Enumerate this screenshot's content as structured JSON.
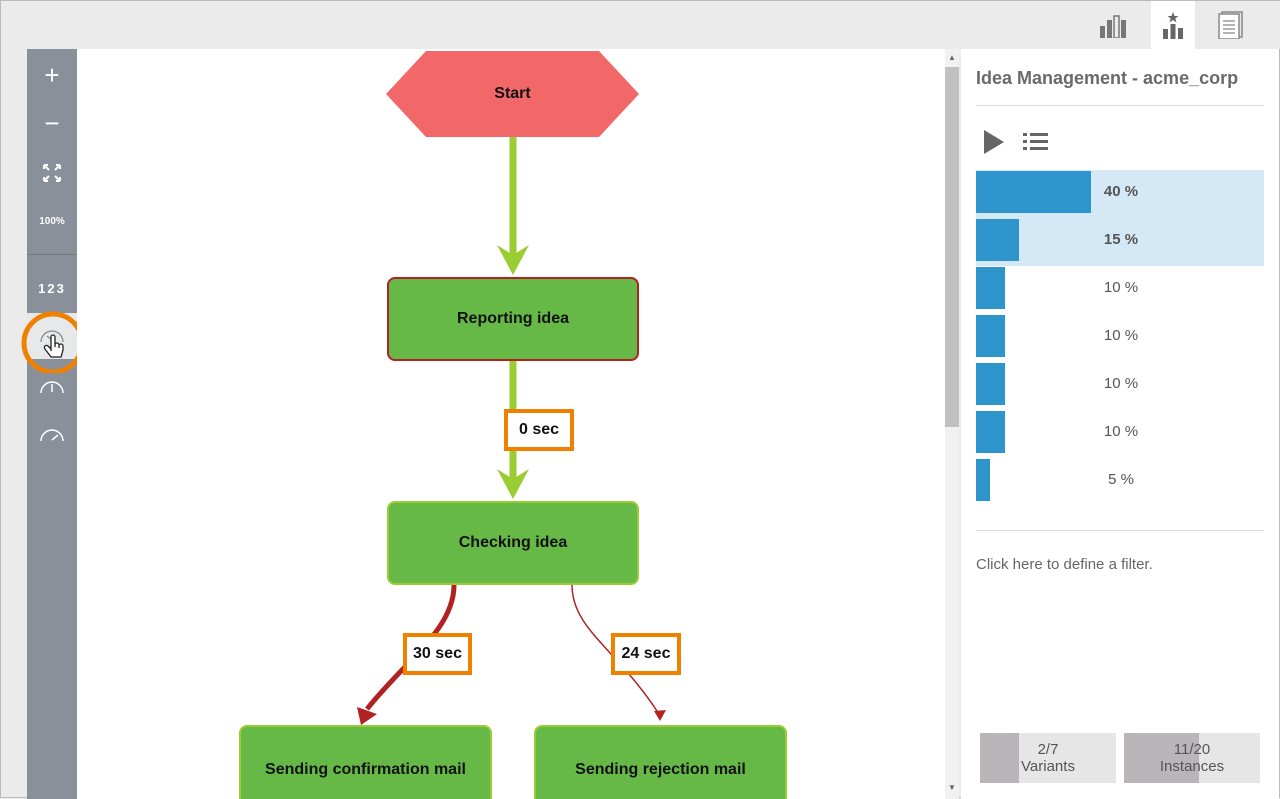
{
  "tabs": [
    {
      "icon": "bar-chart-icon"
    },
    {
      "icon": "ranked-chart-icon",
      "active": true
    },
    {
      "icon": "document-icon"
    }
  ],
  "toolbar": {
    "zoom_in": "+",
    "zoom_out": "−",
    "fit": "fit-screen-icon",
    "zoom_level": "100%",
    "numbers": "123",
    "speed_icons": [
      "speedometer-slow-icon",
      "speedometer-medium-icon",
      "speedometer-fast-icon"
    ]
  },
  "diagram": {
    "start": "Start",
    "nodes": [
      "Reporting idea",
      "Checking idea",
      "Sending confirmation mail",
      "Sending rejection mail"
    ],
    "edges": [
      "0 sec",
      "30 sec",
      "24 sec"
    ]
  },
  "panel": {
    "title": "Idea Management - acme_corp",
    "filter": "Click here to define a filter.",
    "variants": [
      {
        "pct": 40,
        "label": "40 %",
        "selected": true
      },
      {
        "pct": 15,
        "label": "15 %",
        "selected": true
      },
      {
        "pct": 10,
        "label": "10 %"
      },
      {
        "pct": 10,
        "label": "10 %"
      },
      {
        "pct": 10,
        "label": "10 %"
      },
      {
        "pct": 10,
        "label": "10 %"
      },
      {
        "pct": 5,
        "label": "5 %"
      }
    ],
    "variants_count": {
      "value": "2/7",
      "label": "Variants",
      "fraction": 0.2857
    },
    "instances_count": {
      "value": "11/20",
      "label": "Instances",
      "fraction": 0.55
    }
  },
  "colors": {
    "node": "#66b947",
    "start": "#f26868",
    "highlight": "#f08000",
    "bar": "#2d94cc",
    "selected": "#d4e9f5"
  }
}
